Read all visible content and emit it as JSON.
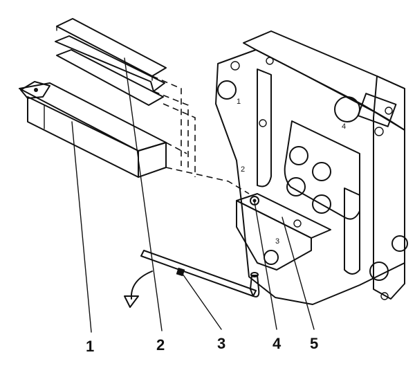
{
  "figure": {
    "callouts": [
      {
        "id": "1",
        "label": "1"
      },
      {
        "id": "2",
        "label": "2"
      },
      {
        "id": "3",
        "label": "3"
      },
      {
        "id": "4",
        "label": "4"
      },
      {
        "id": "5",
        "label": "5"
      }
    ],
    "block_marks": {
      "mark_top": "1",
      "mark_mid": "2",
      "mark_low": "3",
      "mark_right": "4"
    },
    "colors": {
      "ink": "#111111",
      "stipple": "#9a9a9a",
      "background": "#ffffff"
    }
  }
}
